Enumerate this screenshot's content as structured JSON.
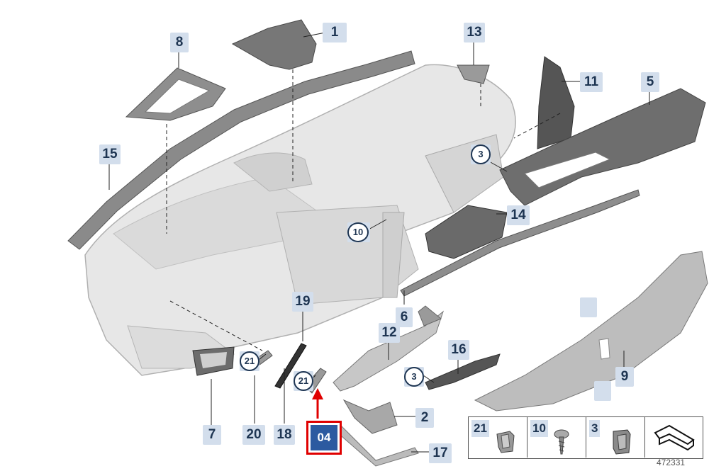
{
  "diagram": {
    "reference_number": "472331",
    "selected_callout": "04",
    "colors": {
      "callout_bg": "#d3deec",
      "callout_text": "#1e3552",
      "selected_fill": "#2c5aa0",
      "selected_border": "#e00000",
      "part_dark": "#7a7a7a",
      "part_light": "#e4e4e4"
    },
    "callouts": {
      "c1": "1",
      "c2": "2",
      "c5": "5",
      "c6": "6",
      "c7": "7",
      "c8": "8",
      "c9": "9",
      "c11": "11",
      "c12": "12",
      "c13": "13",
      "c14": "14",
      "c15": "15",
      "c16": "16",
      "c17": "17",
      "c18": "18",
      "c19": "19",
      "c20": "20"
    },
    "ring_callouts": {
      "r3a": "3",
      "r3b": "3",
      "r10": "10",
      "r21a": "21",
      "r21b": "21"
    },
    "legend": {
      "cells": [
        {
          "number": "21",
          "icon": "clip-nut-icon"
        },
        {
          "number": "10",
          "icon": "screw-icon"
        },
        {
          "number": "3",
          "icon": "clip-icon"
        },
        {
          "number": "",
          "icon": "bracket-shape-icon"
        }
      ]
    }
  }
}
